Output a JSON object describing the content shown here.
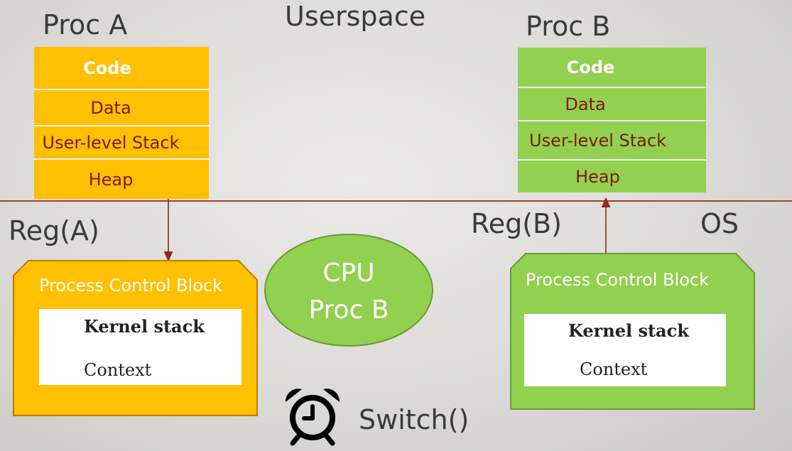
{
  "labels": {
    "proc_a": "Proc A",
    "userspace": "Userspace",
    "proc_b": "Proc B",
    "reg_a": "Reg(A)",
    "reg_b": "Reg(B)",
    "os": "OS",
    "switch": "Switch()"
  },
  "proc_a_stack": [
    "Code",
    "Data",
    "User-level Stack",
    "Heap"
  ],
  "proc_b_stack": [
    "Code",
    "Data",
    "User-level Stack",
    "Heap"
  ],
  "cpu": {
    "line1": "CPU",
    "line2": "Proc B"
  },
  "pcb_a": {
    "title": "Process Control Block",
    "kernel_stack": "Kernel stack",
    "context": "Context"
  },
  "pcb_b": {
    "title": "Process Control Block",
    "kernel_stack": "Kernel stack",
    "context": "Context"
  },
  "colors": {
    "proc_a": "#ffc000",
    "proc_b": "#92d050",
    "text_red": "#7a1a0c",
    "arrow": "#8b2a20",
    "divider": "#a04030"
  }
}
